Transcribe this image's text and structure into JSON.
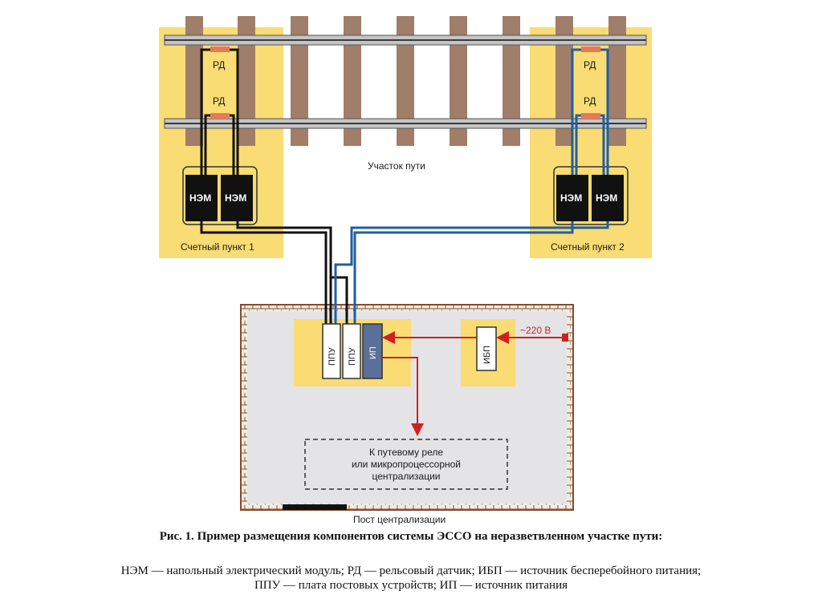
{
  "colors": {
    "zone": "#f9dc73",
    "sleeper": "#a07e6a",
    "rail": "#b4b4b4",
    "cable_black": "#111111",
    "cable_blue": "#1f5fa3",
    "power_red": "#d02020",
    "building_fill": "#e4e4e6",
    "building_border": "#8a4a2a",
    "module": "#111111"
  },
  "labels": {
    "track_section": "Участок пути",
    "counting_point_1": "Счетный пункт 1",
    "counting_point_2": "Счетный пункт 2",
    "rail_sensor": "РД",
    "nem": "НЭМ",
    "ppu": "ППУ",
    "ip": "ИП",
    "ibp": "ИБП",
    "voltage": "~220 В",
    "relay_line1": "К путевому реле",
    "relay_line2": "или микропроцессорной",
    "relay_line3": "централизации",
    "post": "Пост централизации"
  },
  "caption": {
    "title": "Рис. 1. Пример размещения компонентов системы ЭССО на неразветвленном участке пути:",
    "legend": "НЭМ — напольный электрический модуль; РД — рельсовый датчик; ИБП — источник бесперебойного питания; ППУ — плата постовых устройств; ИП — источник питания"
  }
}
